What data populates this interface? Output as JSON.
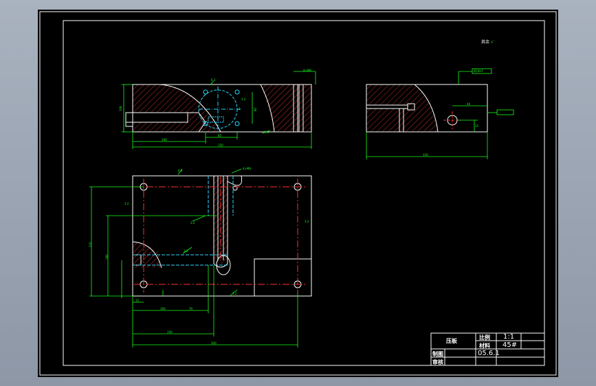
{
  "roughness_note": {
    "label": "其余",
    "symbol": "√"
  },
  "title_block": {
    "part_name": "压板",
    "scale_label": "比例",
    "scale_value": "1:1",
    "material_label": "材料",
    "material_value": "45#",
    "drafter_label": "制图",
    "date_value": "05.6.1",
    "checker_label": "审核"
  },
  "dimensions": {
    "front_view": [
      "108",
      "150",
      "85",
      "80",
      "6.3",
      "4×M8",
      "2",
      "3.2",
      "3.2"
    ],
    "side_view": [
      "44",
      "15",
      "150",
      "Ø10H7"
    ],
    "top_view": [
      "220",
      "180",
      "150",
      "200",
      "100",
      "70",
      "15",
      "3.2",
      "3.2",
      "3.2",
      "3.2",
      "3.2",
      "6.3",
      "4×M8"
    ]
  },
  "colors": {
    "background": "#000000",
    "outline": "#ffffff",
    "dimension": "#18ff18",
    "center_line": "#ff3030",
    "hatch": "#c0322f",
    "hidden_line": "#30d8ff",
    "frame_outer": "#8d97a6"
  }
}
